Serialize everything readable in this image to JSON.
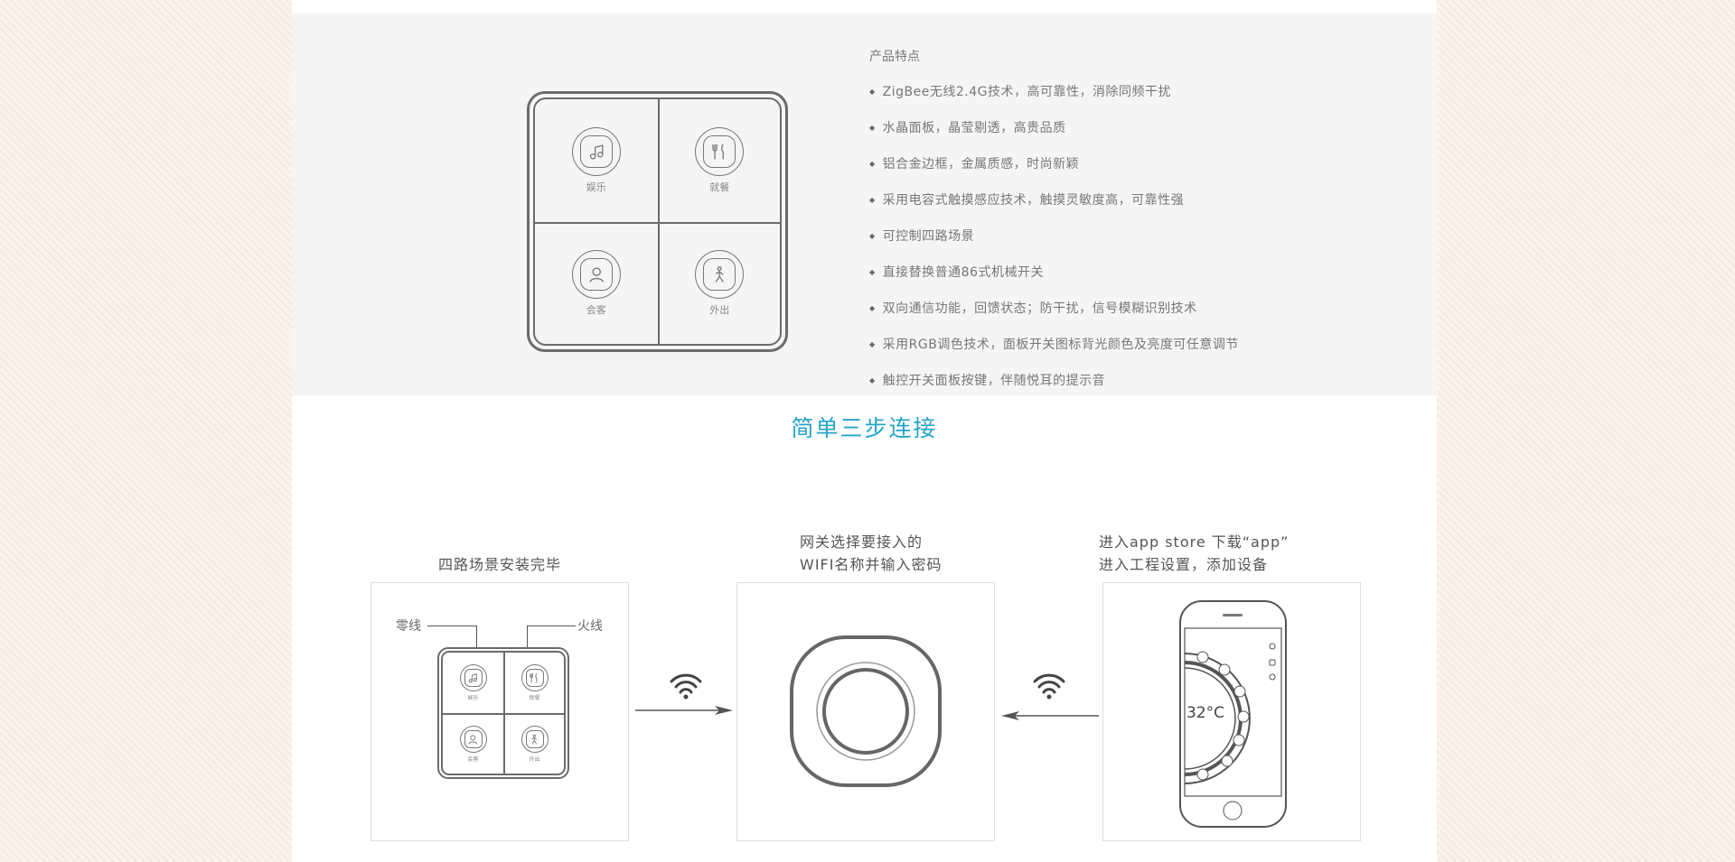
{
  "product": {
    "switch_buttons": [
      {
        "label": "娱乐",
        "icon": "music-note-icon"
      },
      {
        "label": "就餐",
        "icon": "fork-knife-icon"
      },
      {
        "label": "会客",
        "icon": "person-icon"
      },
      {
        "label": "外出",
        "icon": "walking-person-icon"
      }
    ],
    "features_title": "产品特点",
    "features": [
      "ZigBee无线2.4G技术，高可靠性，消除同频干扰",
      "水晶面板，晶莹剔透，高贵品质",
      "铝合金边框，金属质感，时尚新颖",
      "采用电容式触摸感应技术，触摸灵敏度高，可靠性强",
      "可控制四路场景",
      "直接替换普通86式机械开关",
      "双向通信功能，回馈状态；防干扰，信号模糊识别技术",
      "采用RGB调色技术，面板开关图标背光颜色及亮度可任意调节",
      "触控开关面板按键，伴随悦耳的提示音"
    ]
  },
  "steps": {
    "title": "简单三步连接",
    "title_color": "#25a4c8",
    "step1": {
      "label": "四路场景安装完毕",
      "neutral_wire": "零线",
      "live_wire": "火线"
    },
    "step2": {
      "label_line1": "网关选择要接入的",
      "label_line2": "WIFI名称并输入密码"
    },
    "step3": {
      "label_line1": "进入app store 下载“app”",
      "label_line2": "进入工程设置，添加设备",
      "temperature": "32°C"
    }
  }
}
